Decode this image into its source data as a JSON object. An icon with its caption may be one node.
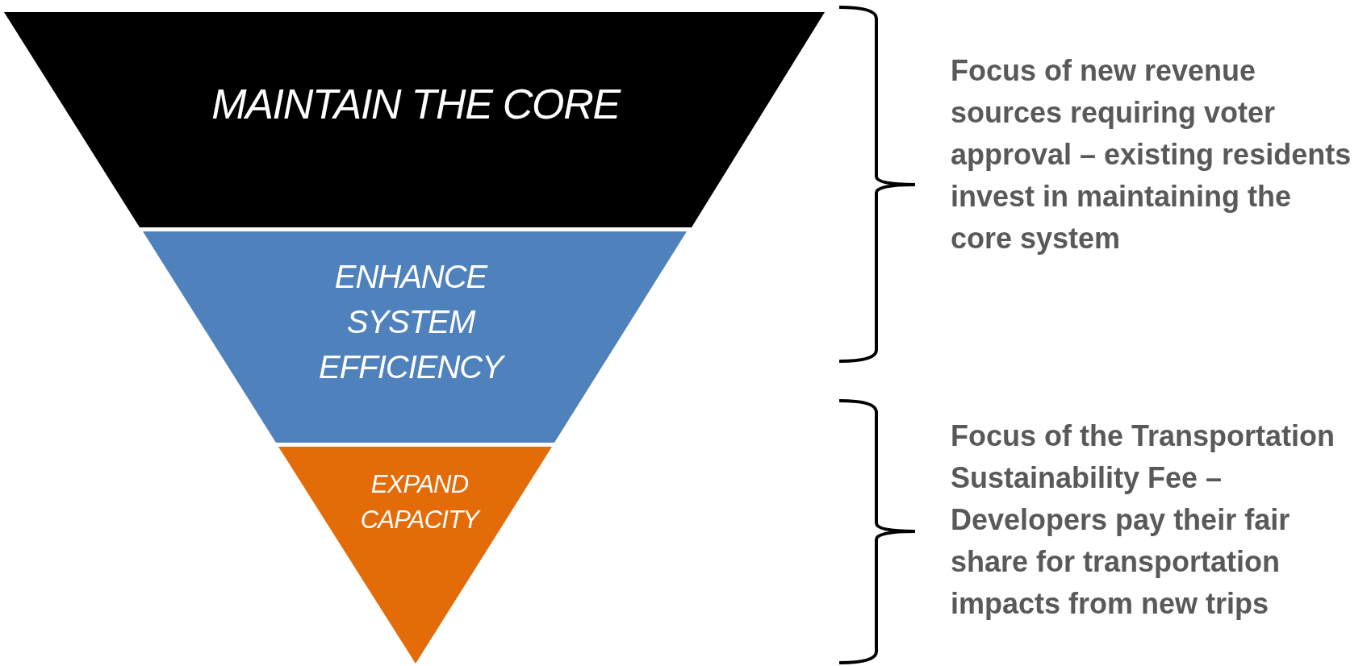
{
  "diagram": {
    "nodes": [
      {
        "text": [
          "MAINTAIN THE CORE"
        ]
      },
      {
        "text": [
          "ENHANCE SYSTEM EFFICIENCY"
        ]
      },
      {
        "text": [
          "EXPAND CAPACITY"
        ]
      }
    ],
    "labels": [
      "Focus of new revenue sources requiring voter approval – existing residents invest in maintaining the core system",
      "Focus of the Transportation Sustainability Fee  – Developers pay their fair share for transportation impacts from new trips"
    ]
  }
}
